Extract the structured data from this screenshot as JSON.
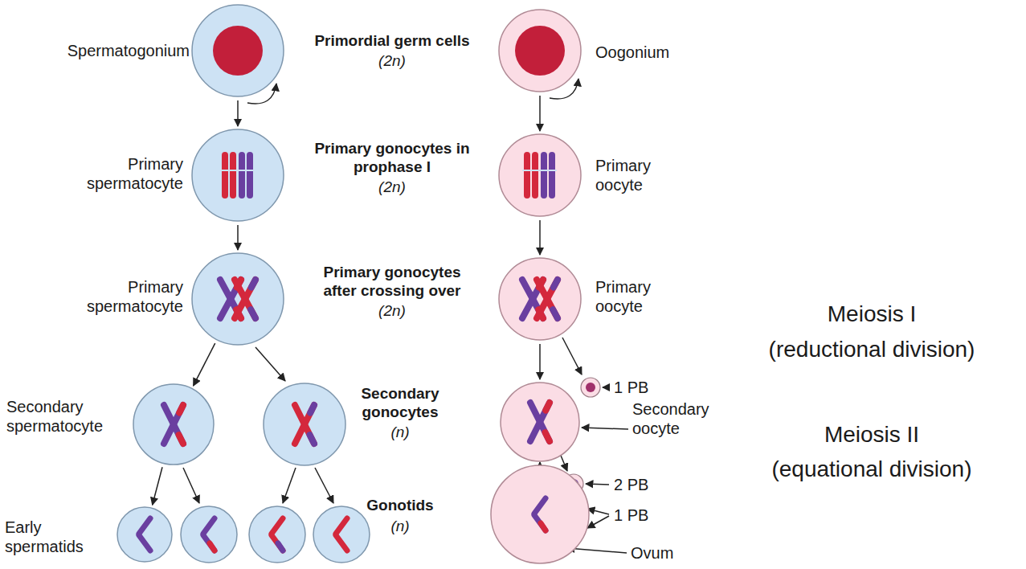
{
  "diagram": {
    "nodes": [
      {
        "text": [
          "Spermatogonium"
        ]
      },
      {
        "text": [
          "Primary spermatocyte"
        ]
      },
      {
        "text": [
          "Primary spermatocyte"
        ]
      },
      {
        "text": [
          "Secondary spermatocyte"
        ]
      },
      {
        "text": [
          "Early spermatids"
        ]
      },
      {
        "text": [
          "Oogonium"
        ]
      },
      {
        "text": [
          "Primary oocyte"
        ]
      },
      {
        "text": [
          "Primary oocyte"
        ]
      },
      {
        "text": [
          "Secondary oocyte"
        ]
      },
      {
        "text": [
          "Ovum"
        ]
      }
    ],
    "edges": [
      {
        "from": 0,
        "to": 1,
        "arrow": "to"
      },
      {
        "from": 1,
        "to": 2,
        "arrow": "to"
      },
      {
        "from": 2,
        "to": 3,
        "arrow": "to"
      },
      {
        "from": 3,
        "to": 4,
        "arrow": "to"
      },
      {
        "from": 5,
        "to": 6,
        "arrow": "to"
      },
      {
        "from": 6,
        "to": 7,
        "arrow": "to"
      },
      {
        "from": 7,
        "to": 8,
        "arrow": "to"
      },
      {
        "from": 8,
        "to": 9,
        "arrow": "to"
      }
    ],
    "labels": [
      "Primordial germ cells",
      "(2n)",
      "Primary gonocytes in prophase I",
      "(2n)",
      "Primary gonocytes after crossing over",
      "(2n)",
      "Secondary gonocytes",
      "(n)",
      "Gonotids",
      "(n)",
      "1 PB",
      "2 PB",
      "1 PB",
      "Meiosis I",
      "(reductional division)",
      "Meiosis II",
      "(equational division)"
    ]
  }
}
